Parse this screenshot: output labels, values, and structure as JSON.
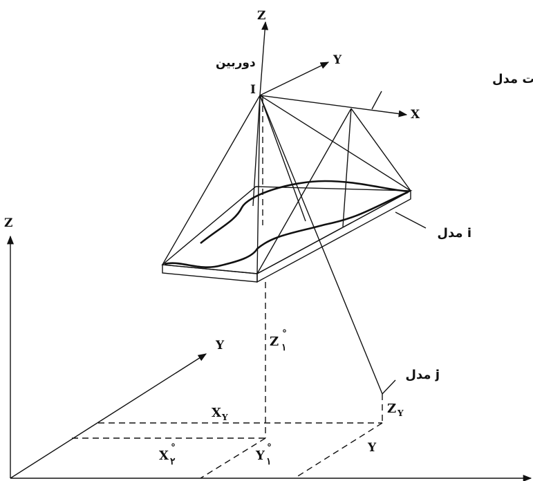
{
  "labels": {
    "camera": "دوربین",
    "model_coord_system": "سیستم مختصات مدل",
    "model_i": "مدل i",
    "model_j": "مدل j",
    "perspective_center": "I",
    "model_axis_z": "Z",
    "model_axis_y": "Y",
    "model_axis_x": "X",
    "ground_axis_z": "Z",
    "ground_axis_y": "Y",
    "ground_z1": "Z",
    "ground_z1_sub": "۱",
    "ground_xy": "X",
    "ground_xy_sub": "Y",
    "ground_zy": "Z",
    "ground_zy_sub": "Y",
    "ground_x2": "X",
    "ground_x2_sub": "۲",
    "ground_y1": "Y",
    "ground_y1_sub": "۱",
    "ground_y": "Y",
    "degree_mark": "°"
  },
  "colors": {
    "ink": "#111111",
    "background": "#ffffff"
  }
}
